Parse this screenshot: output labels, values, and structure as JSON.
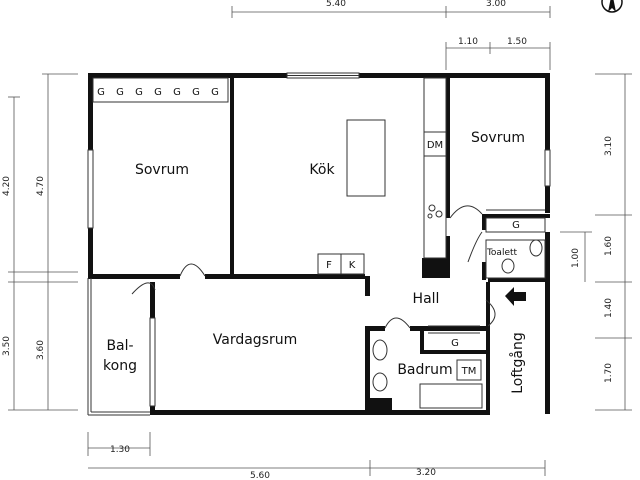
{
  "rooms": {
    "sovrum_left": "Sovrum",
    "kok": "Kök",
    "sovrum_right": "Sovrum",
    "hall": "Hall",
    "vardagsrum": "Vardagsrum",
    "balkong_line1": "Bal-",
    "balkong_line2": "kong",
    "badrum": "Badrum",
    "toalett": "Toalett",
    "loftgang": "Loftgång"
  },
  "fixtures": {
    "wardrobe": "G",
    "dishwasher": "DM",
    "fridge": "F",
    "freezer": "K",
    "washer": "TM"
  },
  "dimensions": {
    "top_540": "5.40",
    "top_300": "3.00",
    "top_110": "1.10",
    "top_150": "1.50",
    "left_420": "4.20",
    "left_470": "4.70",
    "left_350": "3.50",
    "left_360": "3.60",
    "right_310": "3.10",
    "right_160": "1.60",
    "right_100": "1.00",
    "right_140": "1.40",
    "right_170": "1.70",
    "bottom_130": "1.30",
    "bottom_560": "5.60",
    "bottom_320": "3.20"
  }
}
